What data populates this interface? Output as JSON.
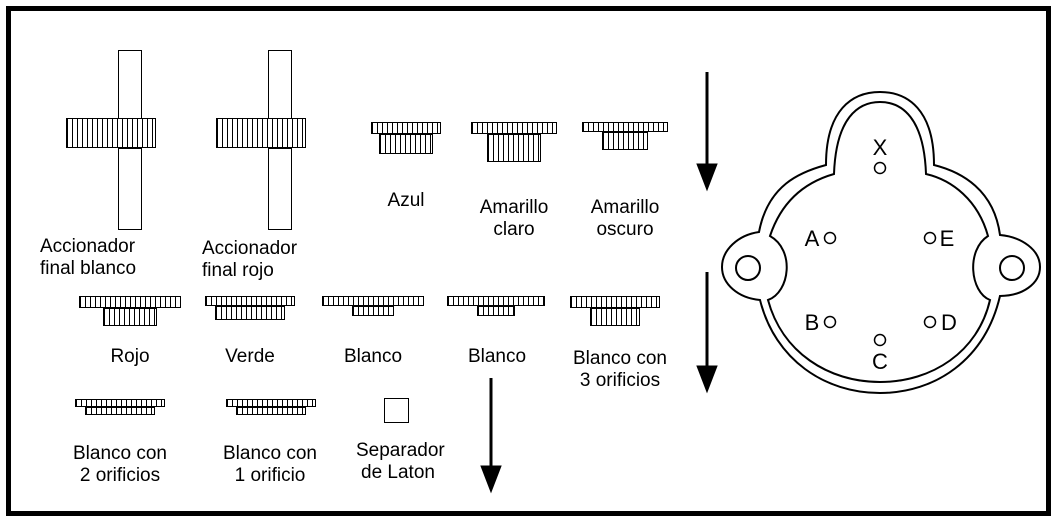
{
  "gears": {
    "row1": [
      {
        "id": "actuator-white",
        "label_lines": [
          "Accionador",
          "final blanco"
        ]
      },
      {
        "id": "actuator-red",
        "label_lines": [
          "Accionador",
          "final rojo"
        ]
      },
      {
        "id": "blue",
        "label_lines": [
          "Azul"
        ]
      },
      {
        "id": "light-yellow",
        "label_lines": [
          "Amarillo",
          "claro"
        ]
      },
      {
        "id": "dark-yellow",
        "label_lines": [
          "Amarillo",
          "oscuro"
        ]
      }
    ],
    "row2": [
      {
        "id": "red",
        "label_lines": [
          "Rojo"
        ]
      },
      {
        "id": "green",
        "label_lines": [
          "Verde"
        ]
      },
      {
        "id": "white-1",
        "label_lines": [
          "Blanco"
        ]
      },
      {
        "id": "white-2",
        "label_lines": [
          "Blanco"
        ]
      },
      {
        "id": "white-3-holes",
        "label_lines": [
          "Blanco con",
          "3 orificios"
        ]
      }
    ],
    "row3": [
      {
        "id": "white-2-holes",
        "label_lines": [
          "Blanco con",
          "2 orificios"
        ]
      },
      {
        "id": "white-1-hole",
        "label_lines": [
          "Blanco con",
          "1 orificio"
        ]
      },
      {
        "id": "brass-spacer",
        "label_lines": [
          "Separador",
          "de Laton"
        ]
      }
    ]
  },
  "plate": {
    "holes": {
      "x": "X",
      "a": "A",
      "e": "E",
      "b": "B",
      "d": "D",
      "c": "C"
    }
  }
}
